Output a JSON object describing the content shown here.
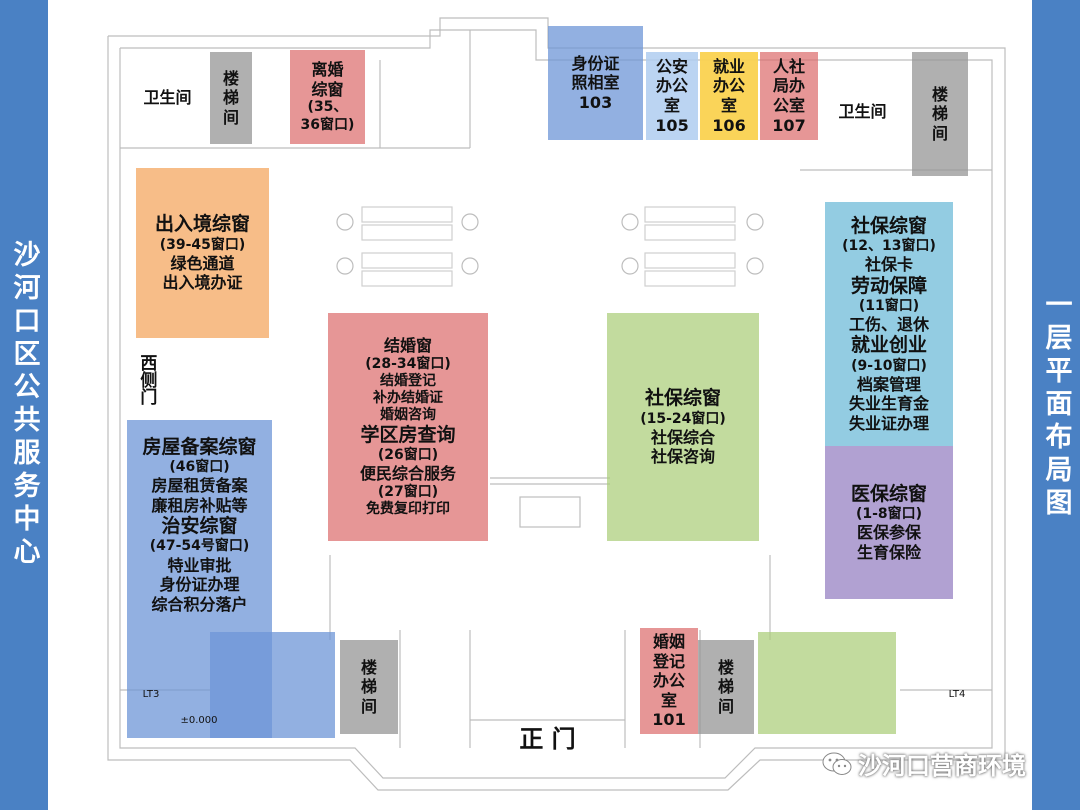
{
  "left_title": "沙河口区公共服务中心",
  "right_title": "一层平面布局图",
  "rooms": {
    "restroom_left": [
      "卫生间"
    ],
    "stair_top_left": [
      "楼",
      "梯",
      "间"
    ],
    "divorce": [
      "离婚",
      "综窗",
      "(35、",
      "36窗口)"
    ],
    "id_photo": [
      "身份证",
      "照相室",
      "103"
    ],
    "police_office": [
      "公安",
      "办公",
      "室",
      "105"
    ],
    "employment_office": [
      "就业",
      "办公",
      "室",
      "106"
    ],
    "hr_office": [
      "人社",
      "局办",
      "公室",
      "107"
    ],
    "restroom_right": [
      "卫生间"
    ],
    "stair_top_right": [
      "楼",
      "梯",
      "间"
    ],
    "exit_entry": [
      "出入境综窗",
      "(39-45窗口)",
      "绿色通道",
      "出入境办证"
    ],
    "marriage": [
      "结婚窗",
      "(28-34窗口)",
      "结婚登记",
      "补办结婚证",
      "婚姻咨询",
      "学区房查询",
      "(26窗口)",
      "便民综合服务",
      "(27窗口)",
      "免费复印打印"
    ],
    "social_center": [
      "社保综窗",
      "(15-24窗口)",
      "社保综合",
      "社保咨询"
    ],
    "social_right": [
      "社保综窗",
      "(12、13窗口)",
      "社保卡",
      "劳动保障",
      "(11窗口)",
      "工伤、退休",
      "就业创业",
      "(9-10窗口)",
      "档案管理",
      "失业生育金",
      "失业证办理"
    ],
    "medical": [
      "医保综窗",
      "(1-8窗口)",
      "医保参保",
      "生育保险"
    ],
    "housing": [
      "房屋备案综窗",
      "(46窗口)",
      "房屋租赁备案",
      "廉租房补贴等",
      "治安综窗",
      "(47-54号窗口)",
      "特业审批",
      "身份证办理",
      "综合积分落户"
    ],
    "stair_bottom_left": [
      "楼",
      "梯",
      "间"
    ],
    "marriage_office": [
      "婚姻",
      "登记",
      "办公",
      "室",
      "101"
    ],
    "stair_bottom_right": [
      "楼",
      "梯",
      "间"
    ]
  },
  "west_door": "西侧门",
  "main_gate": "正 门",
  "plan_labels": {
    "lt3": "LT3",
    "lt4": "LT4",
    "elevation": "±0.000"
  },
  "watermark": "沙河口营商环境",
  "colors": {
    "side_bar": "#4a81c4",
    "red": "#dc6e6e",
    "blue": "#6e96d7",
    "light_blue": "#afcdf0",
    "yellow": "#fad250",
    "orange": "#f5af6e",
    "green": "#aacd78",
    "cyan": "#69b9d7",
    "purple": "#a08cc8",
    "grey": "#969696"
  }
}
